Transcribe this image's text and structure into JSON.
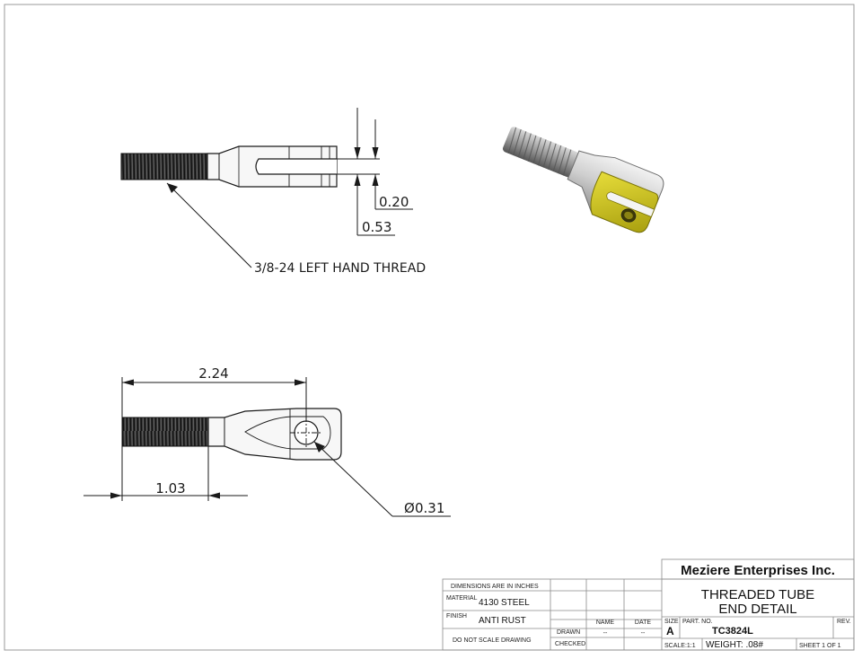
{
  "drawing": {
    "top_view": {
      "dim_slot_width": "0.20",
      "dim_slot_depth": "0.53",
      "thread_note": "3/8-24 LEFT HAND THREAD"
    },
    "side_view": {
      "dim_overall": "2.24",
      "dim_thread_length": "1.03",
      "dim_hole_dia": "0.31",
      "hole_dia_symbol": "Ø"
    }
  },
  "title_block": {
    "company": "Meziere Enterprises Inc.",
    "title_line1": "THREADED TUBE",
    "title_line2": "END DETAIL",
    "dims_note": "DIMENSIONS ARE IN INCHES",
    "material_label": "MATERIAL",
    "material_value": "4130 STEEL",
    "finish_label": "FINISH",
    "finish_value": "ANTI RUST",
    "no_scale_note": "DO  NOT  SCALE  DRAWING",
    "name_header": "NAME",
    "date_header": "DATE",
    "drawn_label": "DRAWN",
    "drawn_name": "--",
    "drawn_date": "--",
    "checked_label": "CHECKED",
    "size_label": "SIZE",
    "size_value": "A",
    "part_no_label": "PART.  NO.",
    "part_no_value": "TC3824L",
    "rev_label": "REV.",
    "scale_text": "SCALE:1:1",
    "weight_text": "WEIGHT: .08#",
    "sheet_text": "SHEET 1 OF 1"
  },
  "colors": {
    "line": "#1a1a1a",
    "thread": "#2a2a2a",
    "body_metal": "#d9d9d9",
    "accent_gold": "#c8bf1c",
    "border": "#999999"
  }
}
